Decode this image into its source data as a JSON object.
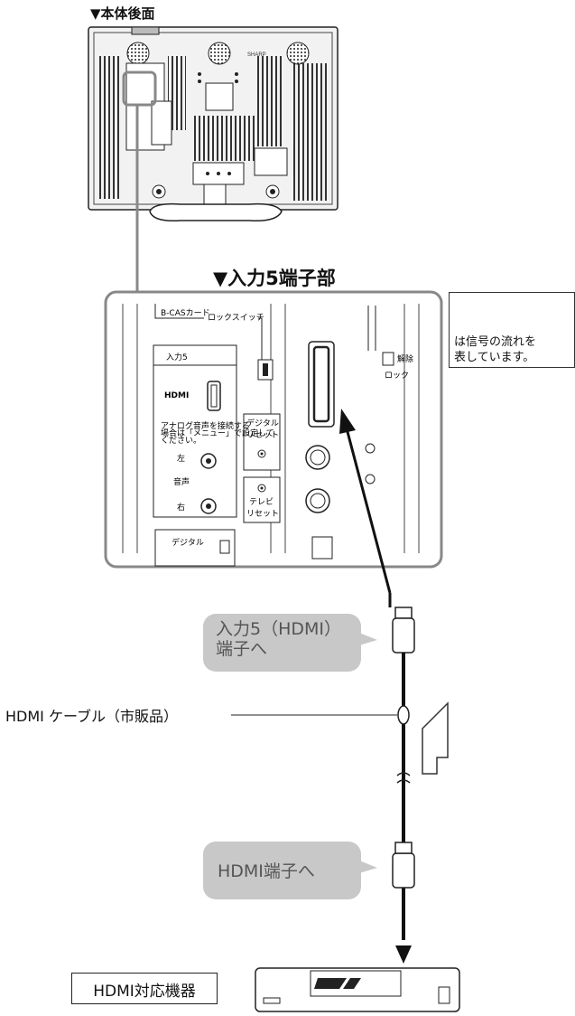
{
  "labels": {
    "rear_view": "▼本体後面",
    "section": "▼入力5端子部",
    "legend": [
      "は信号の流れを",
      "表しています。"
    ],
    "bubble_top": [
      "入力5（HDMI）",
      "端子へ"
    ],
    "bubble_bottom": "HDMI端子へ",
    "cable": "HDMI ケーブル（市販品）",
    "device": "HDMI対応機器"
  },
  "panel": {
    "bcas": "B-CASカード",
    "lock_switch": "ロックスイッチ",
    "input5": "入力5",
    "hdmi_logo": "HDMI",
    "analog_note": [
      "アナログ音声を接続する",
      "場合は「メニュー」で設定して",
      "ください。"
    ],
    "left": "左",
    "audio": "音声",
    "right": "右",
    "digital_reset": [
      "デジタル",
      "リセット"
    ],
    "tv_reset": [
      "テレビ",
      "リセット"
    ],
    "digital": "デジタル",
    "lock": "ロック",
    "release": "解除"
  }
}
